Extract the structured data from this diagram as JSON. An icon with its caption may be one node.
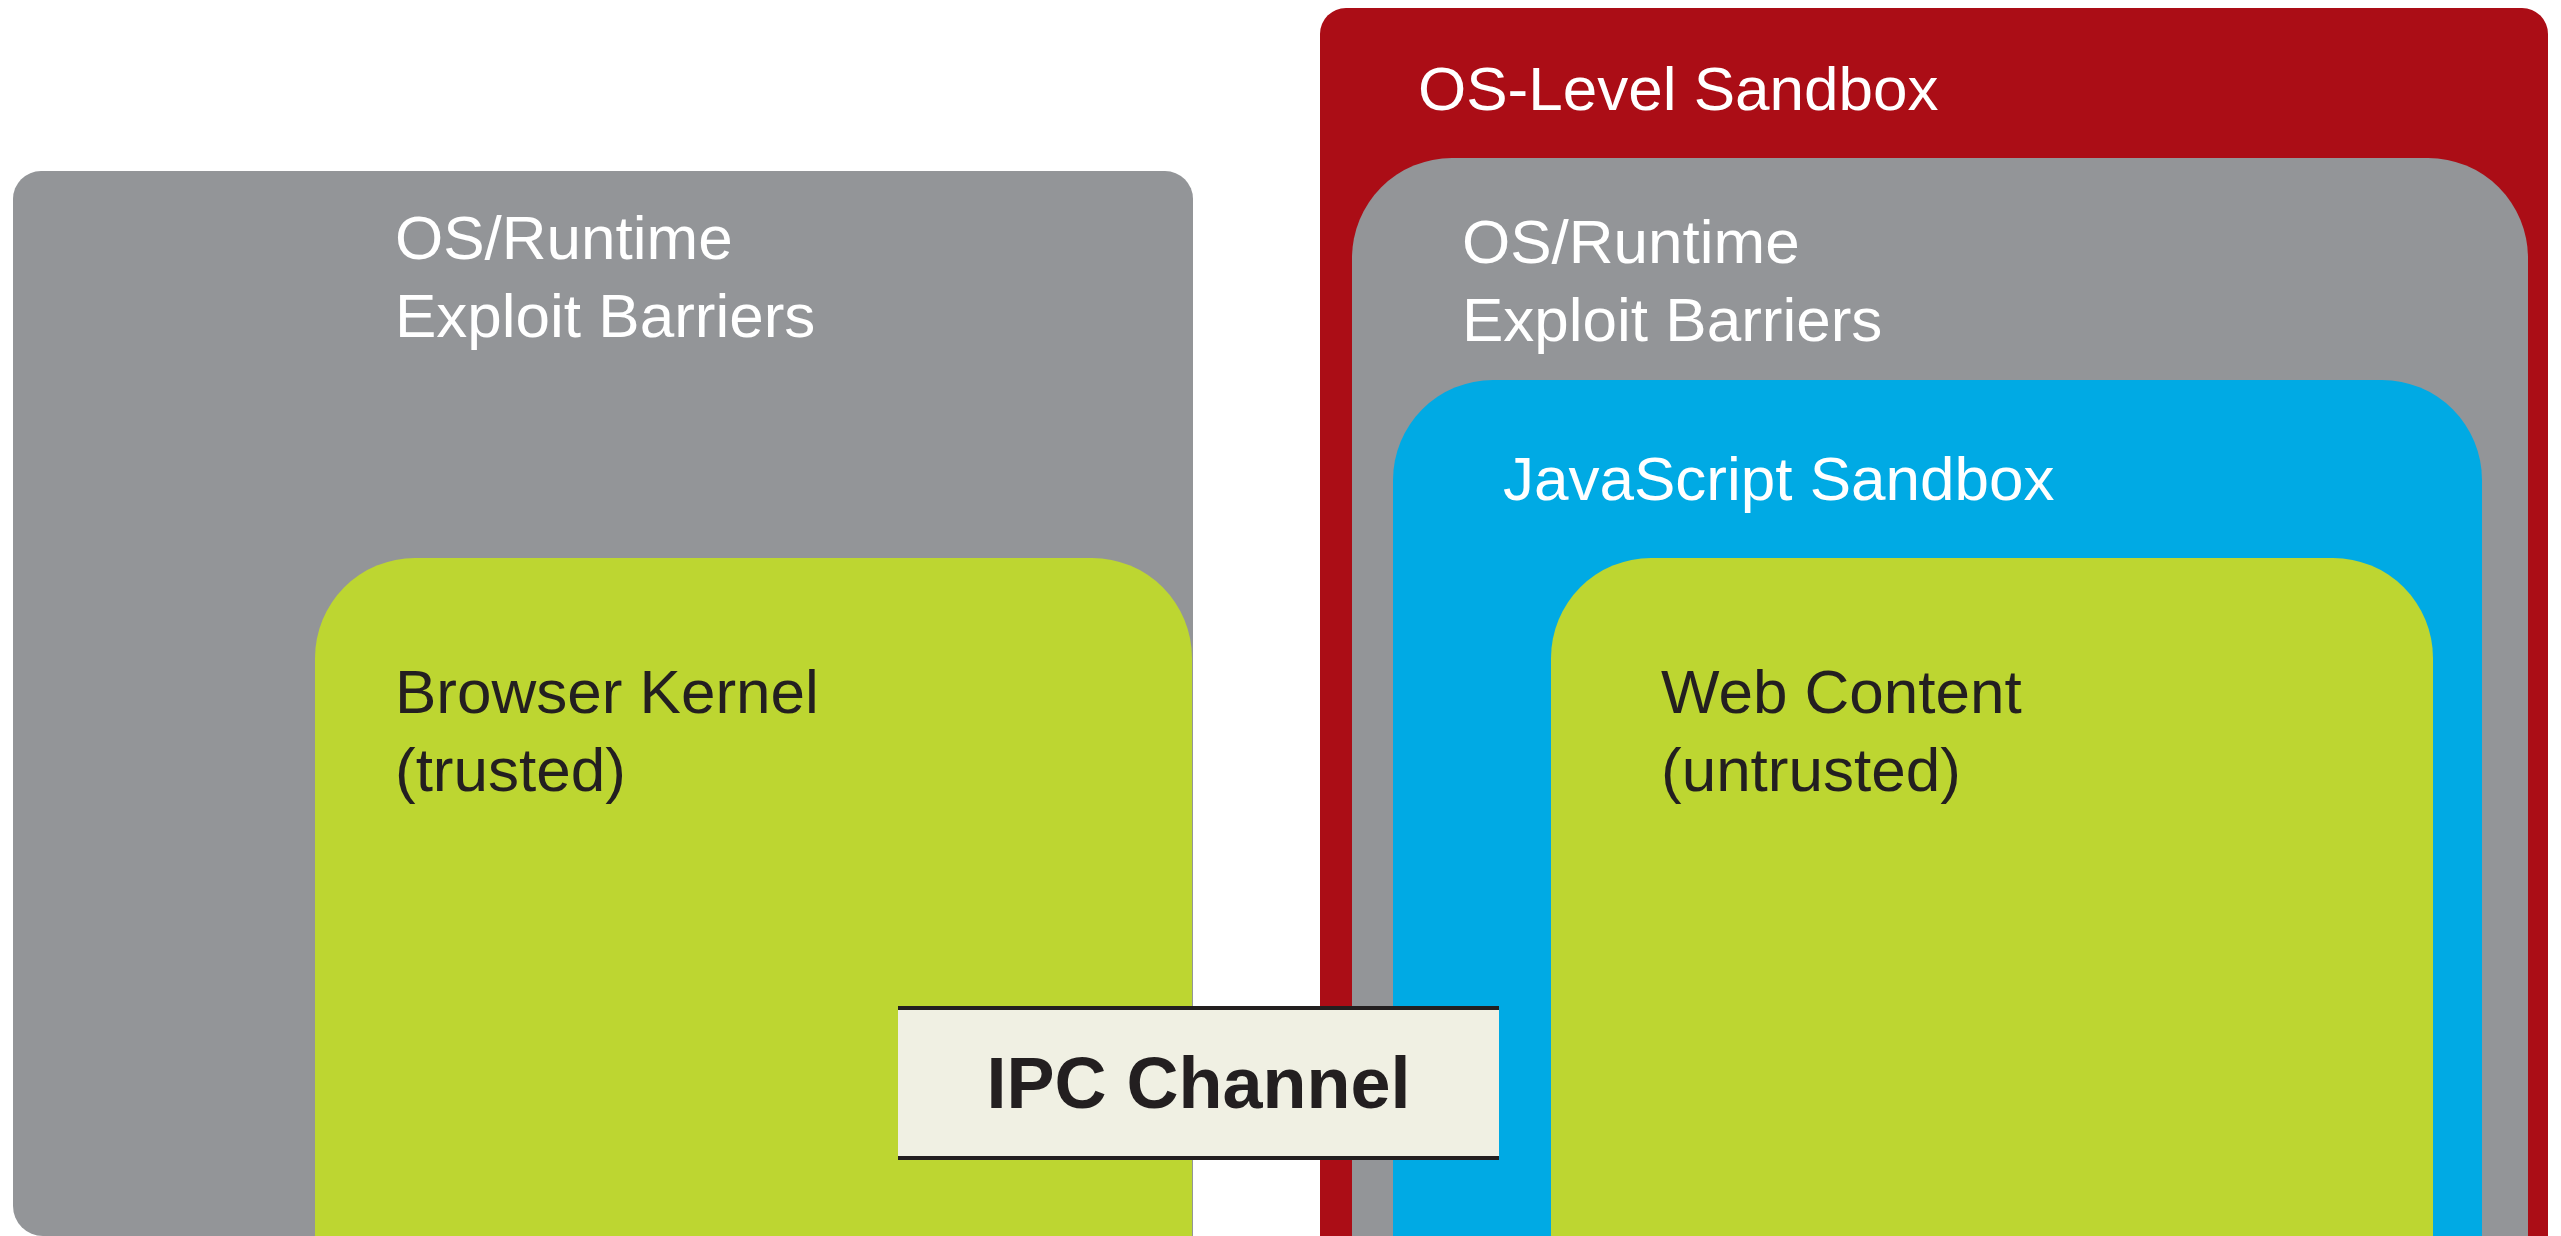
{
  "diagram": {
    "nodes": [
      {
        "text": [
          "OS/Runtime Exploit Barriers"
        ]
      },
      {
        "text": [
          "Browser Kernel (trusted)"
        ],
        "in": 0
      },
      {
        "text": [
          "OS-Level Sandbox"
        ]
      },
      {
        "text": [
          "OS/Runtime Exploit Barriers"
        ],
        "in": 2
      },
      {
        "text": [
          "JavaScript Sandbox"
        ],
        "in": 3
      },
      {
        "text": [
          "Web Content (untrusted)"
        ],
        "in": 4
      },
      {
        "text": [
          "IPC Channel"
        ]
      }
    ]
  }
}
